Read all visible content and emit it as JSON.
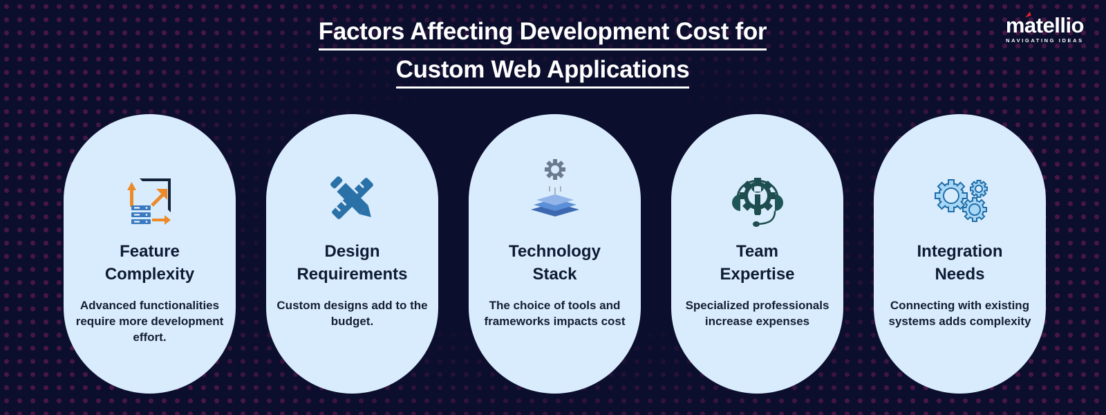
{
  "header": {
    "title_line1": "Factors Affecting Development Cost for",
    "title_line2": "Custom Web Applications"
  },
  "logo": {
    "wordmark": "matellio",
    "tagline": "NAVIGATING IDEAS",
    "accent_color": "#e2212f"
  },
  "colors": {
    "background": "#0b0e2c",
    "dots": "#4a1848",
    "pill": "#d9ecfd",
    "text": "#0f1a33",
    "orange": "#ec8a2a",
    "blue": "#3a7ac0"
  },
  "factors": [
    {
      "icon": "scalability-server-icon",
      "title_line1": "Feature",
      "title_line2": "Complexity",
      "description": "Advanced functionalities require more development effort."
    },
    {
      "icon": "pencil-ruler-icon",
      "title_line1": "Design",
      "title_line2": "Requirements",
      "description": "Custom designs add to the budget."
    },
    {
      "icon": "gear-layers-stack-icon",
      "title_line1": "Technology",
      "title_line2": "Stack",
      "description": "The choice of tools and frameworks impacts cost"
    },
    {
      "icon": "headset-wrench-gear-icon",
      "title_line1": "Team",
      "title_line2": "Expertise",
      "description": "Specialized professionals increase expenses"
    },
    {
      "icon": "gears-cluster-icon",
      "title_line1": "Integration",
      "title_line2": "Needs",
      "description": "Connecting with existing systems adds complexity"
    }
  ]
}
